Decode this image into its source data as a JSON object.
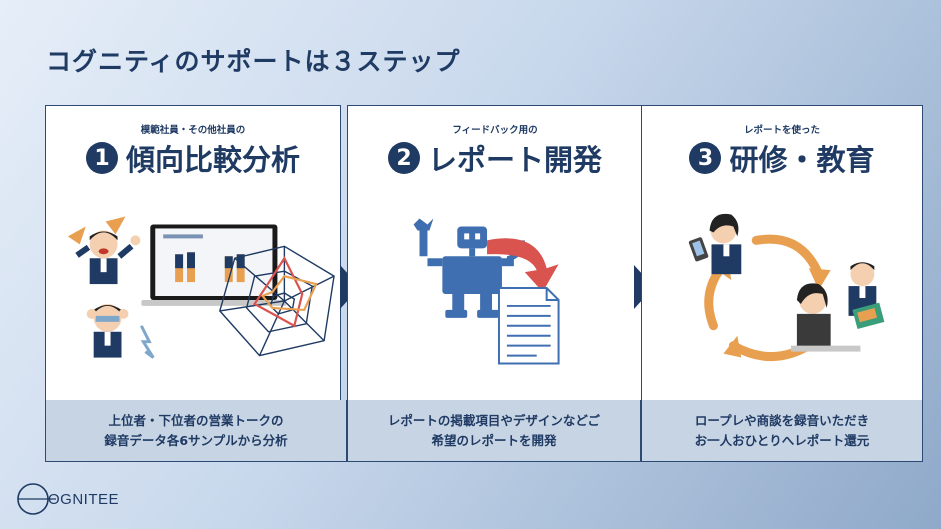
{
  "slide": {
    "title": "コグニティのサポートは３ステップ"
  },
  "steps": [
    {
      "number": "1",
      "subtitle": "模範社員・その他社員の",
      "heading": "傾向比較分析",
      "caption_line1": "上位者・下位者の営業トークの",
      "caption_line2": "録音データ各6サンプルから分析",
      "icons": [
        "excited-businessman-icon",
        "worried-businessman-icon",
        "laptop-chart-icon",
        "radar-chart-icon"
      ]
    },
    {
      "number": "2",
      "subtitle": "フィードバック用の",
      "heading": "レポート開発",
      "caption_line1": "レポートの掲載項目やデザインなどご",
      "caption_line2": "希望のレポートを開発",
      "icons": [
        "robot-icon",
        "curved-arrow-icon",
        "document-icon"
      ]
    },
    {
      "number": "3",
      "subtitle": "レポートを使った",
      "heading": "研修・教育",
      "caption_line1": "ロープレや商談を録音いただき",
      "caption_line2": "お一人おひとりへレポート還元",
      "icons": [
        "woman-with-phone-icon",
        "trainees-icon",
        "cycle-arrows-icon"
      ]
    }
  ],
  "logo": {
    "text": "OGNITEE"
  },
  "colors": {
    "navy": "#1f3a63",
    "caption_bg": "#c7d4e4",
    "accent_orange": "#e8a050",
    "accent_red": "#d9534f",
    "robot_blue": "#3f6fb0"
  }
}
